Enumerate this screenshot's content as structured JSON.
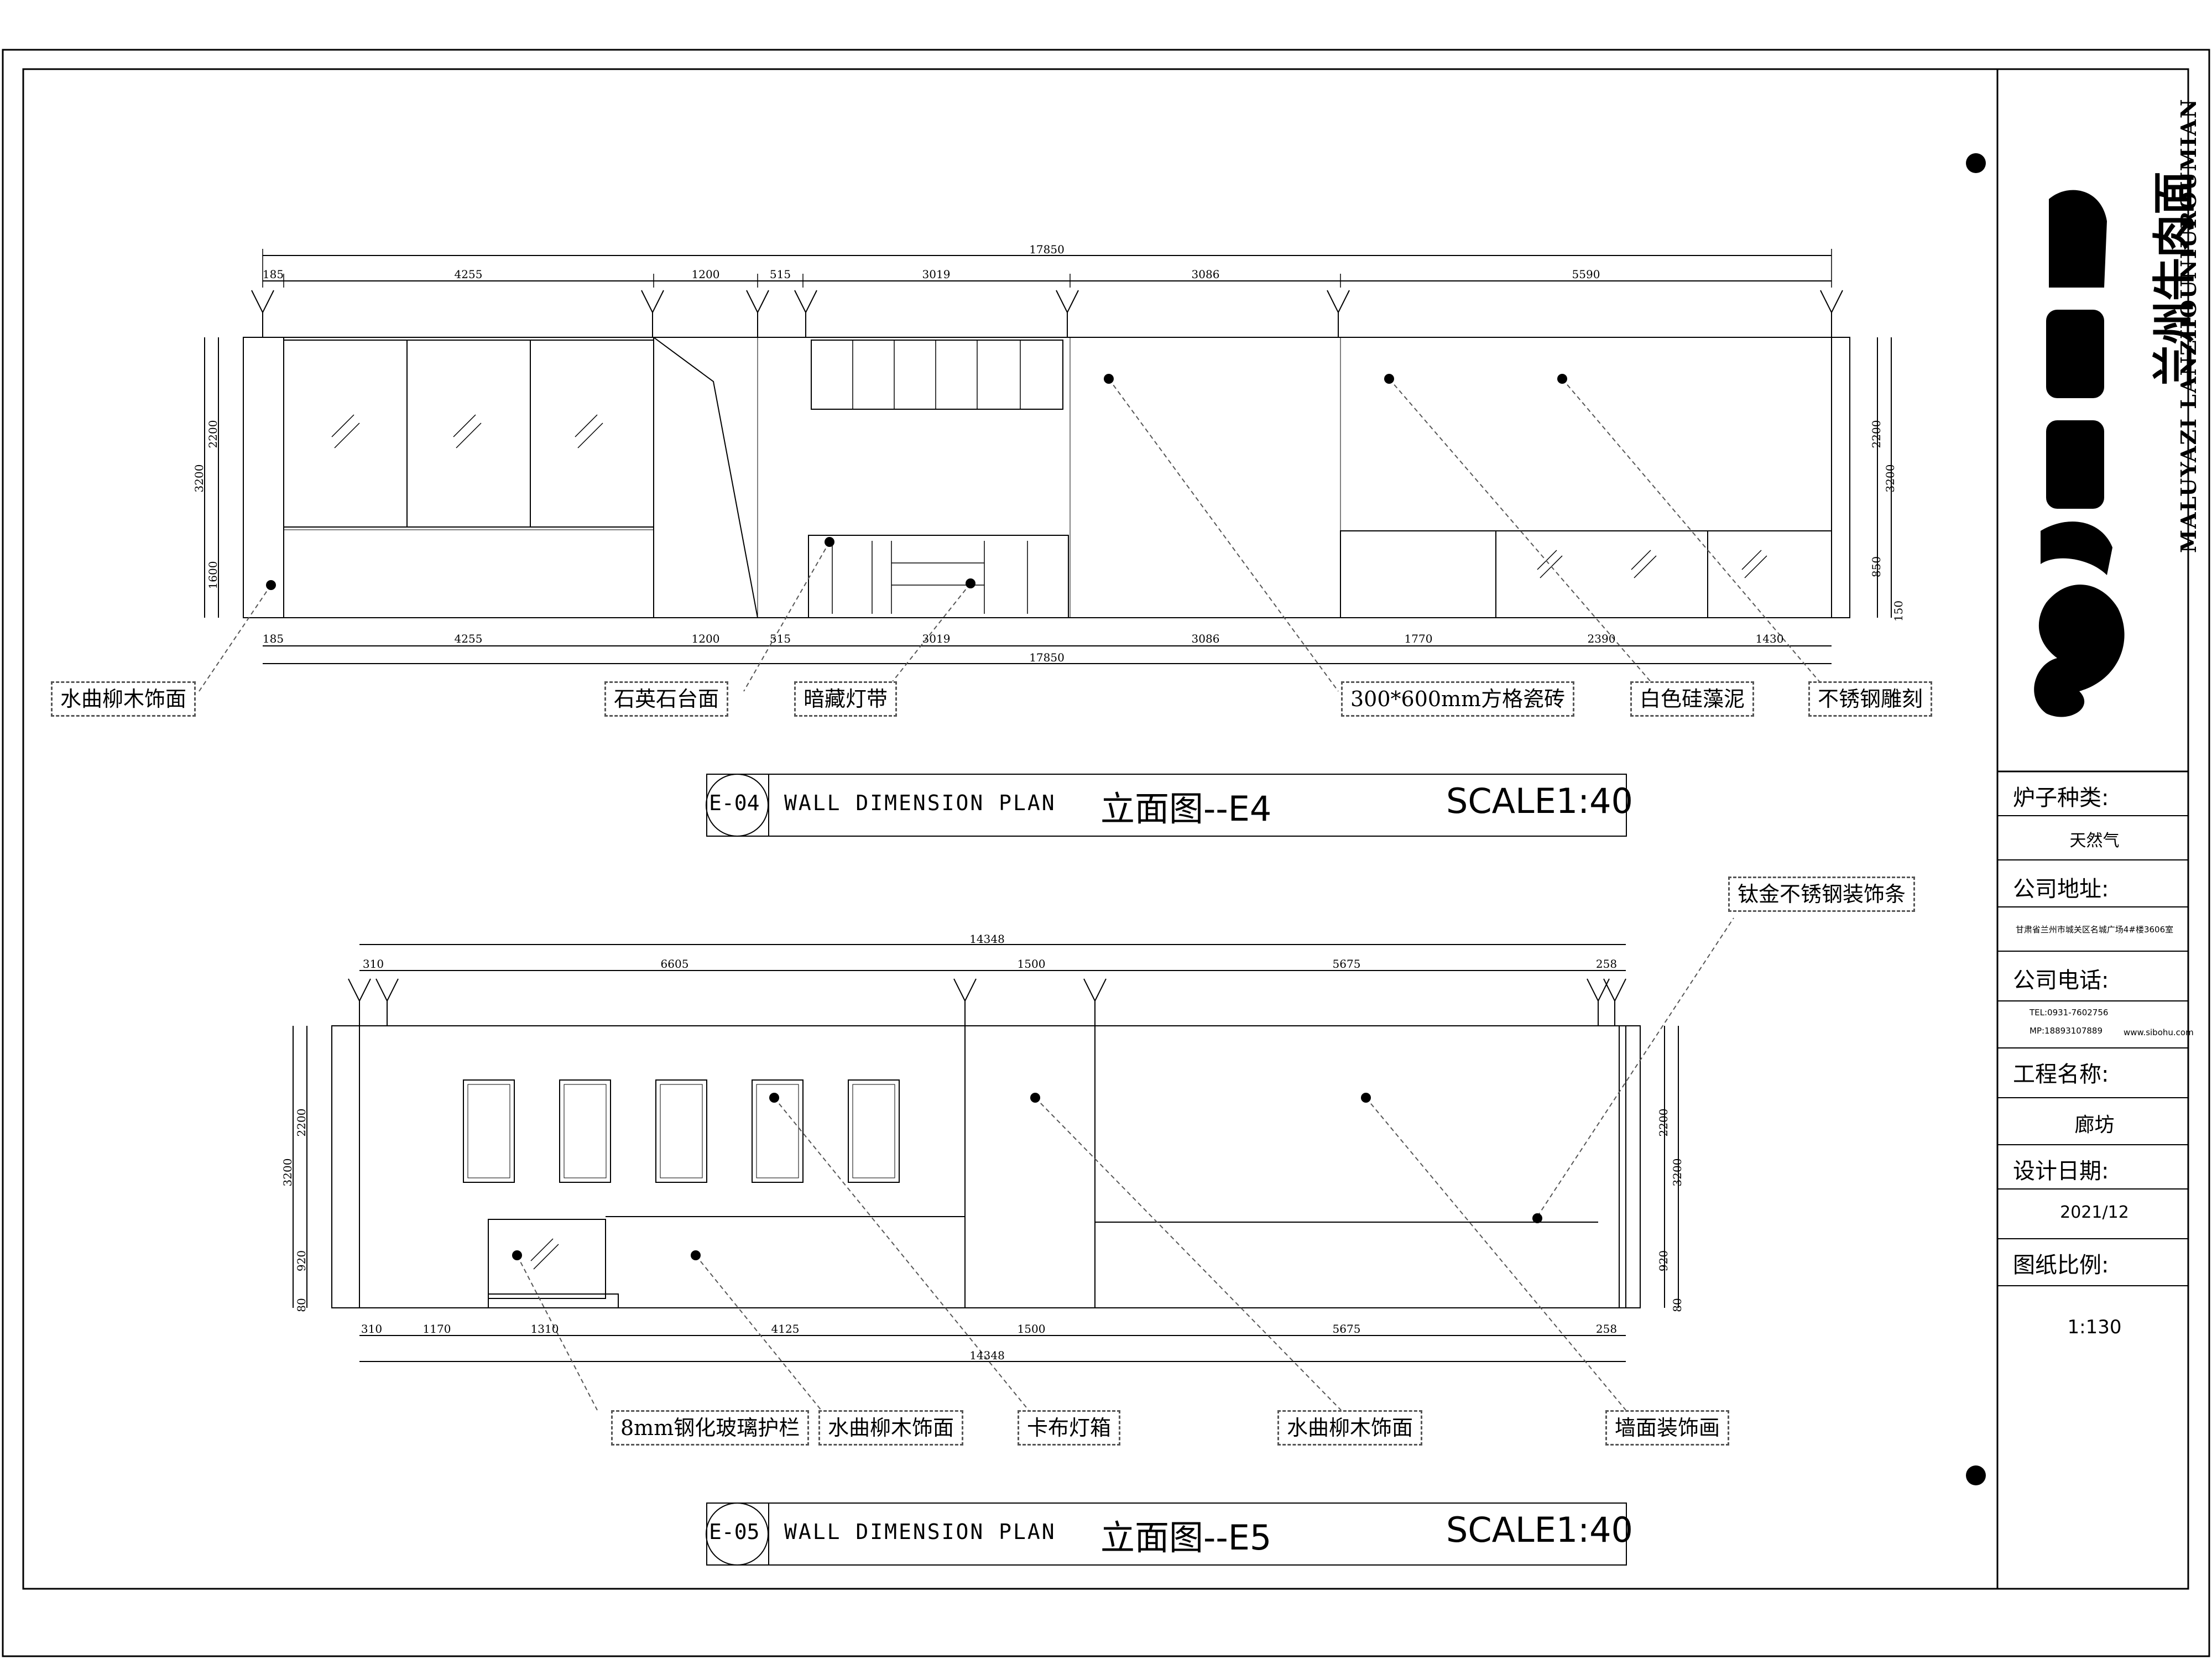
{
  "title_block": {
    "logo_cn": "兰州牛肉面",
    "logo_en": "MALUYAZI LANZHOUNIUROUMIAN",
    "stove_label": "炉子种类:",
    "stove_value": "天然气",
    "address_label": "公司地址:",
    "address_value": "甘肃省兰州市城关区名城广场4#楼3606室",
    "phone_label": "公司电话:",
    "phone_tel": "TEL:0931-7602756",
    "phone_mp": "MP:18893107889",
    "phone_web": "www.sibohu.com",
    "project_label": "工程名称:",
    "project_value": "廊坊",
    "date_label": "设计日期:",
    "date_value": "2021/12",
    "scale_label": "图纸比例:",
    "scale_value": "1:130"
  },
  "elevation_e4": {
    "code": "E-04",
    "en_title": "WALL DIMENSION PLAN",
    "cn_title": "立面图--E4",
    "scale": "SCALE1:40",
    "top_dims": [
      "185",
      "4255",
      "1200",
      "515",
      "3019",
      "3086",
      "5590"
    ],
    "total": "17850",
    "bottom_dims": [
      "185",
      "4255",
      "1200",
      "515",
      "3019",
      "3086",
      "1770",
      "2390",
      "1430"
    ],
    "bottom_total": "17850",
    "left_dims": [
      "3200",
      "2200",
      "1600"
    ],
    "right_dims": [
      "3200",
      "2200",
      "850",
      "150"
    ],
    "callouts": [
      "水曲柳木饰面",
      "石英石台面",
      "暗藏灯带",
      "300*600mm方格瓷砖",
      "白色硅藻泥",
      "不锈钢雕刻"
    ]
  },
  "elevation_e5": {
    "code": "E-05",
    "en_title": "WALL DIMENSION PLAN",
    "cn_title": "立面图--E5",
    "scale": "SCALE1:40",
    "top_dims": [
      "310",
      "6605",
      "1500",
      "5675",
      "258"
    ],
    "total": "14348",
    "bottom_dims": [
      "310",
      "1170",
      "1310",
      "4125",
      "1500",
      "5675",
      "258"
    ],
    "bottom_total": "14348",
    "left_dims": [
      "3200",
      "2200",
      "920",
      "80"
    ],
    "right_dims": [
      "3200",
      "2200",
      "920",
      "80"
    ],
    "callouts": [
      "钛金不锈钢装饰条",
      "8mm钢化玻璃护栏",
      "水曲柳木饰面",
      "卡布灯箱",
      "水曲柳木饰面",
      "墙面装饰画"
    ]
  }
}
